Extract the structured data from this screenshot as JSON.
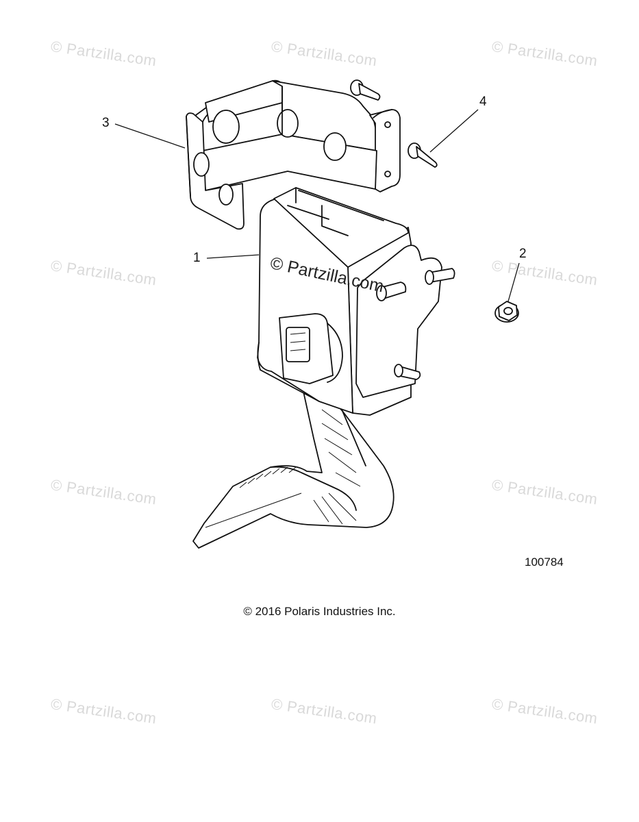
{
  "watermarks": {
    "text": "© Partzilla.com",
    "center_text": "© Partzilla.com"
  },
  "parts": {
    "accelerator_pedal_assembly": {
      "callout": "1"
    },
    "flange_nut": {
      "callout": "2"
    },
    "mounting_bracket": {
      "callout": "3"
    },
    "push_rivet_fastener": {
      "callout": "4"
    }
  },
  "drawing_number": "100784",
  "copyright": "© 2016 Polaris Industries Inc."
}
